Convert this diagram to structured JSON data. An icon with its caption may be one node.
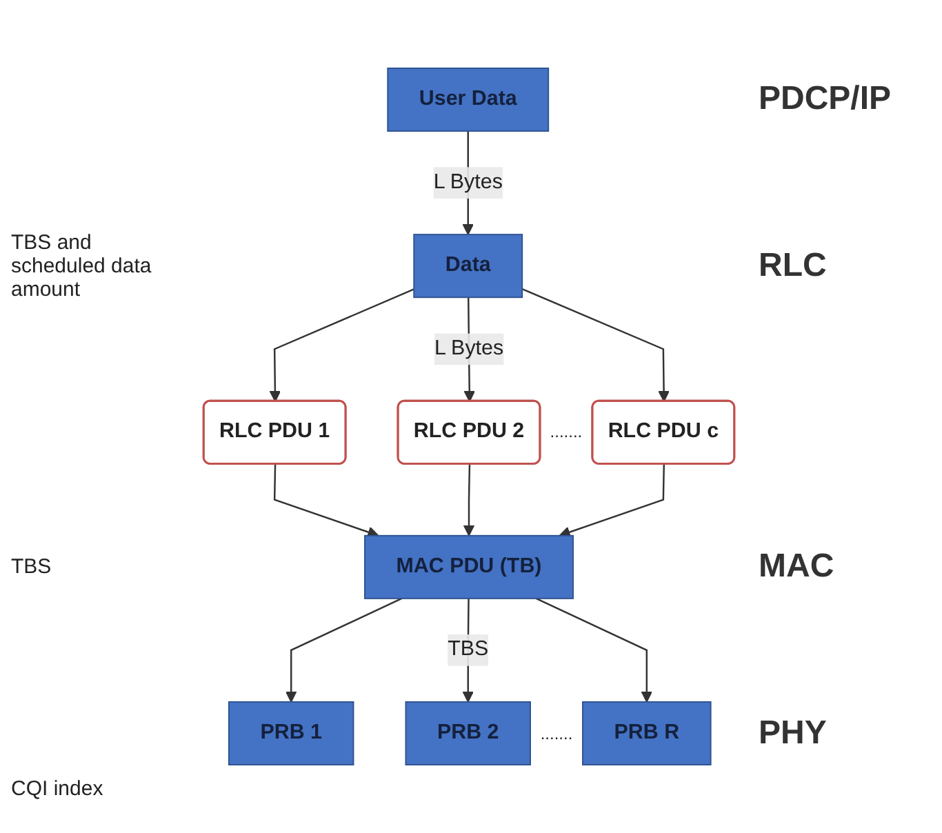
{
  "diagram": {
    "nodes": [
      {
        "text": [
          "User Data"
        ]
      },
      {
        "text": [
          "Data"
        ]
      },
      {
        "text": [
          "RLC PDU 1"
        ]
      },
      {
        "text": [
          "RLC PDU 2"
        ]
      },
      {
        "text": [
          "RLC PDU c"
        ]
      },
      {
        "text": [
          "MAC PDU (TB)"
        ]
      },
      {
        "text": [
          "PRB 1"
        ]
      },
      {
        "text": [
          "PRB 2"
        ]
      },
      {
        "text": [
          "PRB R"
        ]
      }
    ],
    "edges": [
      {
        "from": 0,
        "to": 1,
        "arrow": "to",
        "label": "L Bytes"
      },
      {
        "from": 1,
        "to": 2,
        "arrow": "to"
      },
      {
        "from": 1,
        "to": 3,
        "arrow": "to",
        "label": "L Bytes"
      },
      {
        "from": 1,
        "to": 4,
        "arrow": "to"
      },
      {
        "from": 2,
        "to": 5,
        "arrow": "to"
      },
      {
        "from": 3,
        "to": 5,
        "arrow": "to"
      },
      {
        "from": 4,
        "to": 5,
        "arrow": "to"
      },
      {
        "from": 5,
        "to": 6,
        "arrow": "to"
      },
      {
        "from": 5,
        "to": 7,
        "arrow": "to",
        "label": "TBS"
      },
      {
        "from": 5,
        "to": 8,
        "arrow": "to"
      }
    ],
    "labels": [
      "PDCP/IP",
      "RLC",
      "TBS and scheduled data amount",
      ".......",
      "MAC",
      "TBS",
      "PHY",
      ".......",
      "CQI index"
    ]
  }
}
